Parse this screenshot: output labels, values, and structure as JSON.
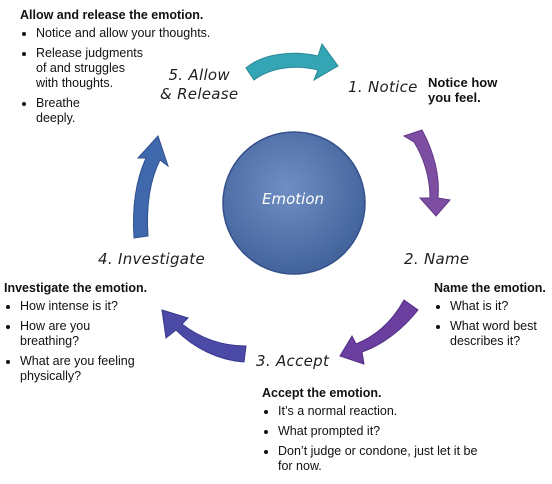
{
  "center": {
    "label": "Emotion"
  },
  "stages": [
    {
      "label": "1. Notice"
    },
    {
      "label": "2. Name"
    },
    {
      "label": "3. Accept"
    },
    {
      "label": "4. Investigate"
    },
    {
      "label_line1": "5. Allow",
      "label_line2": "& Release"
    }
  ],
  "notes": {
    "notice": {
      "line1": "Notice how",
      "line2": "you feel."
    },
    "allow": {
      "title": "Allow and release the emotion.",
      "bullets": [
        "Notice and allow your thoughts.",
        "Release judgments of and struggles with thoughts.",
        "Breathe deeply."
      ]
    },
    "investigate": {
      "title": "Investigate the emotion.",
      "bullets": [
        "How intense is it?",
        "How are you breathing?",
        "What are you feeling physically?"
      ]
    },
    "name": {
      "title": "Name the emotion.",
      "bullets": [
        "What is it?",
        "What word best describes it?"
      ]
    },
    "accept": {
      "title": "Accept the emotion.",
      "bullets": [
        "It’s a normal reaction.",
        "What prompted it?",
        "Don’t judge or condone, just let it be for now."
      ]
    }
  },
  "colors": {
    "emotion_circle": "#4e6fa8",
    "arrow_allow": "#33a5b4",
    "arrow_notice": "#7e4ea2",
    "arrow_name": "#6a3fa0",
    "arrow_accept": "#4b4aa6",
    "arrow_investigate": "#3f68ad"
  }
}
